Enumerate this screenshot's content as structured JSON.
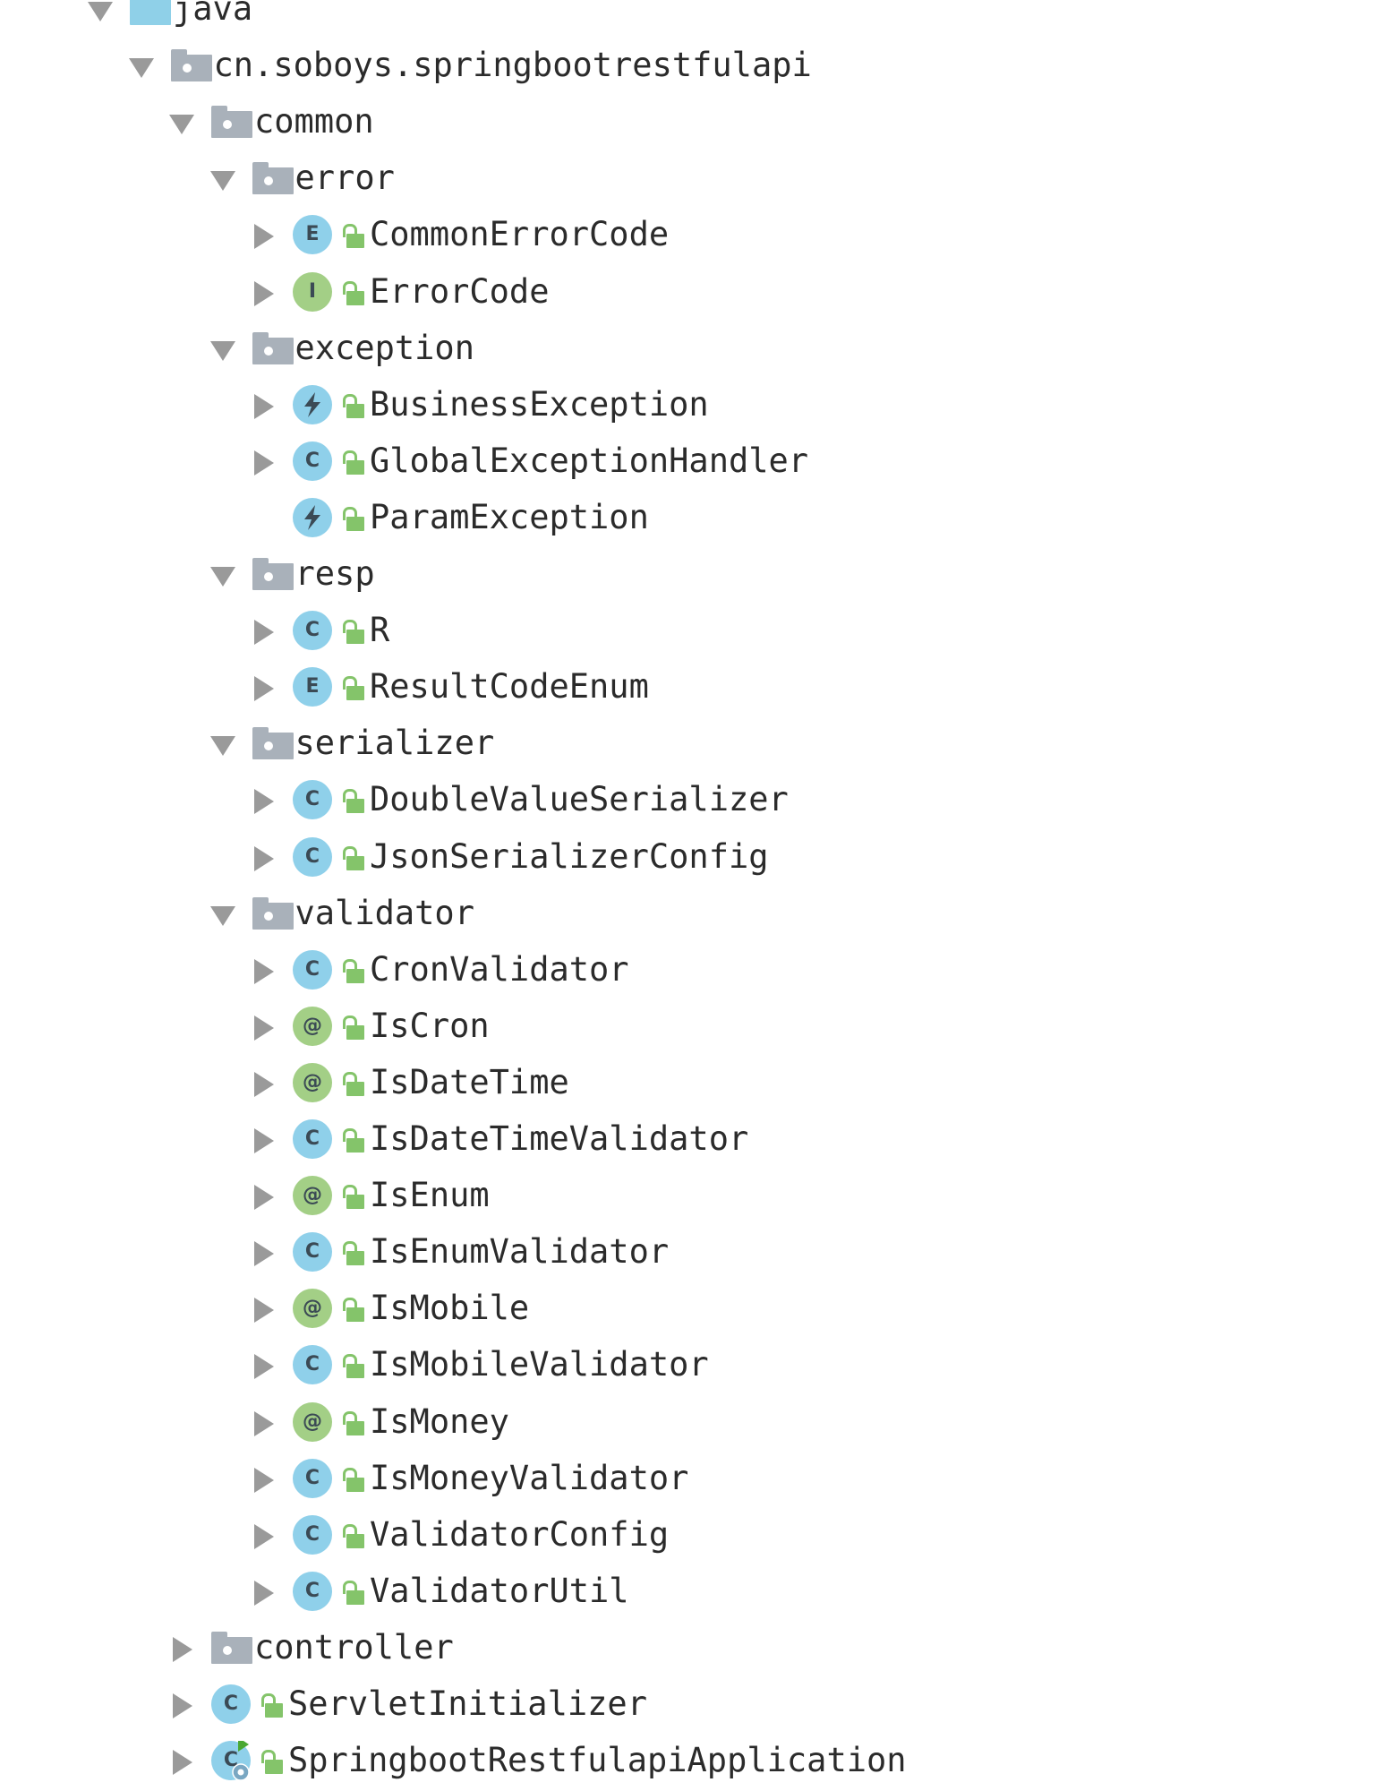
{
  "project_tree": {
    "rows": [
      {
        "label": "java",
        "kind": "source-root",
        "icon": "source-root-folder-icon",
        "expanded": true,
        "level": 0
      },
      {
        "label": "cn.soboys.springbootrestfulapi",
        "kind": "package",
        "icon": "package-folder-icon",
        "expanded": true,
        "level": 1
      },
      {
        "label": "common",
        "kind": "package",
        "icon": "package-folder-icon",
        "expanded": true,
        "level": 2
      },
      {
        "label": "error",
        "kind": "package",
        "icon": "package-folder-icon",
        "expanded": true,
        "level": 3
      },
      {
        "label": "CommonErrorCode",
        "kind": "enum",
        "badge": "E",
        "icon": "enum-icon",
        "expanded": false,
        "level": 4
      },
      {
        "label": "ErrorCode",
        "kind": "interface",
        "badge": "I",
        "icon": "interface-icon",
        "expanded": false,
        "level": 4
      },
      {
        "label": "exception",
        "kind": "package",
        "icon": "package-folder-icon",
        "expanded": true,
        "level": 3
      },
      {
        "label": "BusinessException",
        "kind": "exception",
        "icon": "exception-class-icon",
        "expanded": false,
        "level": 4
      },
      {
        "label": "GlobalExceptionHandler",
        "kind": "class",
        "badge": "C",
        "icon": "class-icon",
        "expanded": false,
        "level": 4
      },
      {
        "label": "ParamException",
        "kind": "exception",
        "icon": "exception-class-icon",
        "expanded": null,
        "level": 4
      },
      {
        "label": "resp",
        "kind": "package",
        "icon": "package-folder-icon",
        "expanded": true,
        "level": 3
      },
      {
        "label": "R",
        "kind": "class",
        "badge": "C",
        "icon": "class-icon",
        "expanded": false,
        "level": 4
      },
      {
        "label": "ResultCodeEnum",
        "kind": "enum",
        "badge": "E",
        "icon": "enum-icon",
        "expanded": false,
        "level": 4
      },
      {
        "label": "serializer",
        "kind": "package",
        "icon": "package-folder-icon",
        "expanded": true,
        "level": 3
      },
      {
        "label": "DoubleValueSerializer",
        "kind": "class",
        "badge": "C",
        "icon": "class-icon",
        "expanded": false,
        "level": 4
      },
      {
        "label": "JsonSerializerConfig",
        "kind": "class",
        "badge": "C",
        "icon": "class-icon",
        "expanded": false,
        "level": 4
      },
      {
        "label": "validator",
        "kind": "package",
        "icon": "package-folder-icon",
        "expanded": true,
        "level": 3
      },
      {
        "label": "CronValidator",
        "kind": "class",
        "badge": "C",
        "icon": "class-icon",
        "expanded": false,
        "level": 4
      },
      {
        "label": "IsCron",
        "kind": "annotation",
        "badge": "@",
        "icon": "annotation-icon",
        "expanded": false,
        "level": 4
      },
      {
        "label": "IsDateTime",
        "kind": "annotation",
        "badge": "@",
        "icon": "annotation-icon",
        "expanded": false,
        "level": 4
      },
      {
        "label": "IsDateTimeValidator",
        "kind": "class",
        "badge": "C",
        "icon": "class-icon",
        "expanded": false,
        "level": 4
      },
      {
        "label": "IsEnum",
        "kind": "annotation",
        "badge": "@",
        "icon": "annotation-icon",
        "expanded": false,
        "level": 4
      },
      {
        "label": "IsEnumValidator",
        "kind": "class",
        "badge": "C",
        "icon": "class-icon",
        "expanded": false,
        "level": 4
      },
      {
        "label": "IsMobile",
        "kind": "annotation",
        "badge": "@",
        "icon": "annotation-icon",
        "expanded": false,
        "level": 4
      },
      {
        "label": "IsMobileValidator",
        "kind": "class",
        "badge": "C",
        "icon": "class-icon",
        "expanded": false,
        "level": 4
      },
      {
        "label": "IsMoney",
        "kind": "annotation",
        "badge": "@",
        "icon": "annotation-icon",
        "expanded": false,
        "level": 4
      },
      {
        "label": "IsMoneyValidator",
        "kind": "class",
        "badge": "C",
        "icon": "class-icon",
        "expanded": false,
        "level": 4
      },
      {
        "label": "ValidatorConfig",
        "kind": "class",
        "badge": "C",
        "icon": "class-icon",
        "expanded": false,
        "level": 4
      },
      {
        "label": "ValidatorUtil",
        "kind": "class",
        "badge": "C",
        "icon": "class-icon",
        "expanded": false,
        "level": 4
      },
      {
        "label": "controller",
        "kind": "package",
        "icon": "package-folder-icon",
        "expanded": false,
        "level": 2
      },
      {
        "label": "ServletInitializer",
        "kind": "class",
        "badge": "C",
        "icon": "class-icon",
        "expanded": false,
        "level": 2
      },
      {
        "label": "SpringbootRestfulapiApplication",
        "kind": "spring-boot-app",
        "badge": "C",
        "icon": "spring-boot-application-icon",
        "expanded": false,
        "level": 2
      }
    ]
  },
  "colors": {
    "class_badge": "#8fd0ea",
    "annotation_badge": "#a3cf86",
    "interface_badge": "#a3cf86",
    "package_folder": "#a9b1ba",
    "source_root_folder": "#8fd0e8",
    "lock": "#84c46a",
    "arrow": "#9a9a9a",
    "text": "#2b2b2b"
  }
}
